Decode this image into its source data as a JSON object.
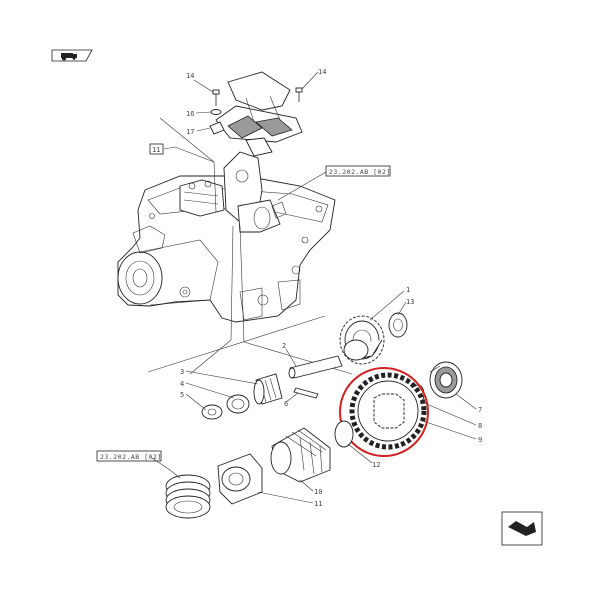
{
  "callouts": {
    "c14a": "14",
    "c14b": "14",
    "c16": "16",
    "c17": "17",
    "c11": "11",
    "c1": "1",
    "c13": "13",
    "c2": "2",
    "c3": "3",
    "c4": "4",
    "c5": "5",
    "c6": "6",
    "c7": "7",
    "c8": "8",
    "c9": "9",
    "c10": "10",
    "c12": "12"
  },
  "refs": {
    "ref_top": "23.202.AB [02]",
    "ref_left": "23.202.AB [02]"
  },
  "icons": {
    "top_left": "tractor-icon",
    "bottom_right": "navigation-arrow-icon"
  },
  "highlight_color": "#d42020"
}
